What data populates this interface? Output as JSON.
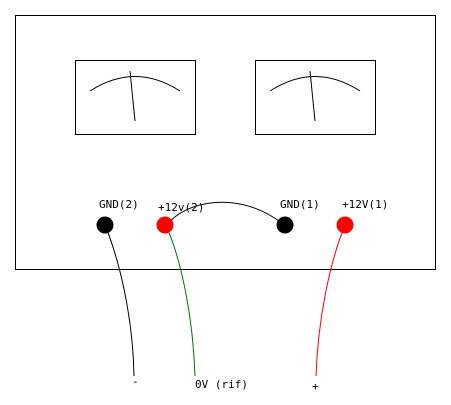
{
  "terminals": [
    {
      "label": "GND(2)",
      "color": "#000000"
    },
    {
      "label": "+12v(2)",
      "color": "#ff0000"
    },
    {
      "label": "GND(1)",
      "color": "#000000"
    },
    {
      "label": "+12V(1)",
      "color": "#ff0000"
    }
  ],
  "leads": [
    {
      "label": "-",
      "wire_color": "#000000"
    },
    {
      "label": "0V (rif)",
      "wire_color": "#007700"
    },
    {
      "label": "+",
      "wire_color": "#ff0000"
    }
  ],
  "jumper": {
    "wire_color": "#000000"
  },
  "meters": [
    {
      "name": "left-meter"
    },
    {
      "name": "right-meter"
    }
  ]
}
